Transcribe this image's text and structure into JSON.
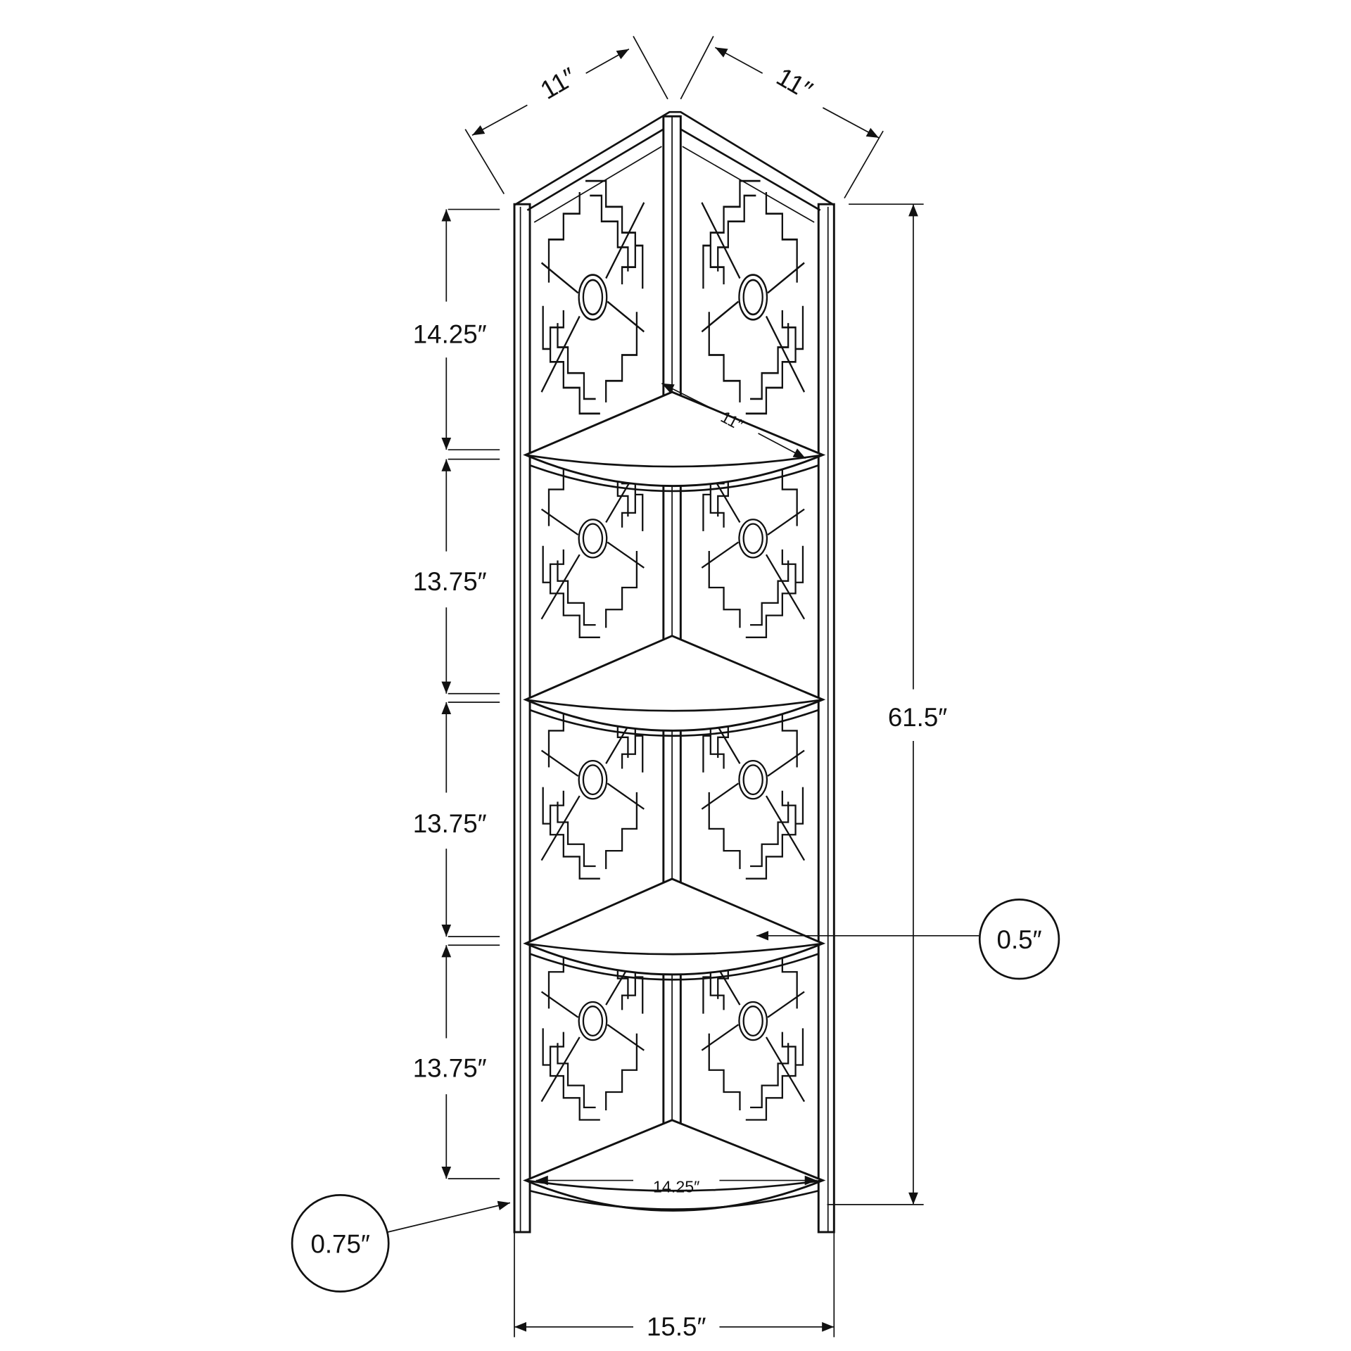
{
  "title": "Corner etagere bookcase dimension drawing",
  "dimensions": {
    "top_left_depth": "11″",
    "top_right_depth": "11″",
    "shelf_depth": "11″",
    "section_1_height": "14.25″",
    "section_2_height": "13.75″",
    "section_3_height": "13.75″",
    "section_4_height": "13.75″",
    "total_height": "61.5″",
    "shelf_thickness": "0.5″",
    "leg_thickness": "0.75″",
    "shelf_front_width": "14.25″",
    "total_width": "15.5″"
  },
  "colors": {
    "line": "#111111",
    "background": "#ffffff"
  }
}
